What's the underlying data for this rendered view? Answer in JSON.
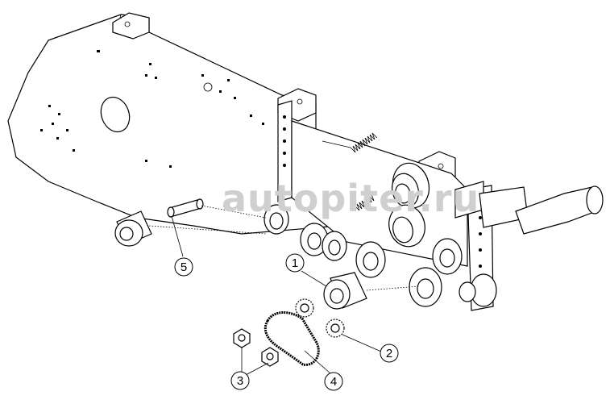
{
  "watermark": "autopiter.ru",
  "callouts": [
    {
      "id": "1",
      "label": "1"
    },
    {
      "id": "2",
      "label": "2"
    },
    {
      "id": "3",
      "label": "3"
    },
    {
      "id": "4",
      "label": "4"
    },
    {
      "id": "5",
      "label": "5"
    }
  ]
}
